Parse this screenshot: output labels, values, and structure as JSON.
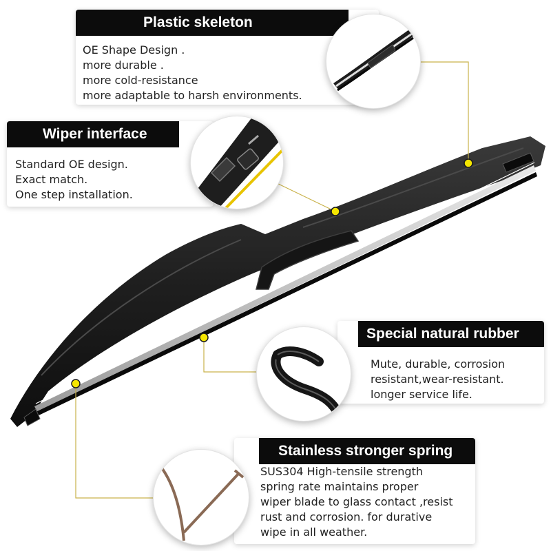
{
  "features": [
    {
      "title": "Plastic skeleton",
      "lines": [
        "OE Shape Design .",
        "more durable .",
        "more cold-resistance",
        "more adaptable to harsh environments."
      ]
    },
    {
      "title": "Wiper interface",
      "lines": [
        "Standard OE design.",
        "Exact match.",
        "One step installation."
      ]
    },
    {
      "title": "Special natural rubber",
      "lines": [
        "Mute, durable, corrosion",
        "resistant,wear-resistant.",
        "longer service life."
      ]
    },
    {
      "title": "Stainless stronger spring",
      "lines": [
        "SUS304 High-tensile strength",
        "spring rate maintains proper",
        "wiper blade to glass contact ,resist",
        "rust and corrosion. for durative",
        "wipe in all weather."
      ]
    }
  ],
  "colors": {
    "title_bar": "#0c0c0c",
    "title_text": "#ffffff",
    "body_text": "#222222",
    "callout_dot": "#f5e600",
    "leader_line": "#c9b24a",
    "blade": "#1b1b1b"
  }
}
